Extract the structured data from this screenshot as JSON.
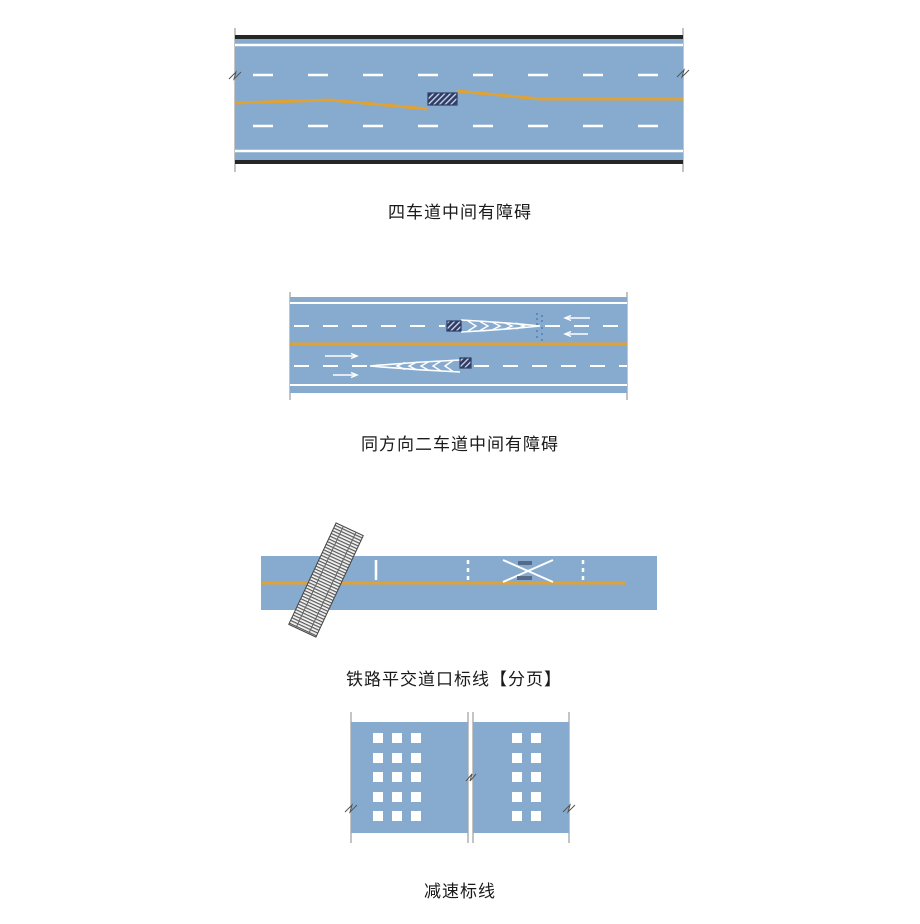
{
  "colors": {
    "road": "#86abcf",
    "center_line": "#e0a234",
    "marking": "#ffffff",
    "edge": "#262626",
    "obstacle": "#2e3c66"
  },
  "figures": [
    {
      "caption": "四车道中间有障碍"
    },
    {
      "caption": "同方向二车道中间有障碍"
    },
    {
      "caption": "铁路平交道口标线【分页】"
    },
    {
      "caption": "减速标线"
    }
  ]
}
